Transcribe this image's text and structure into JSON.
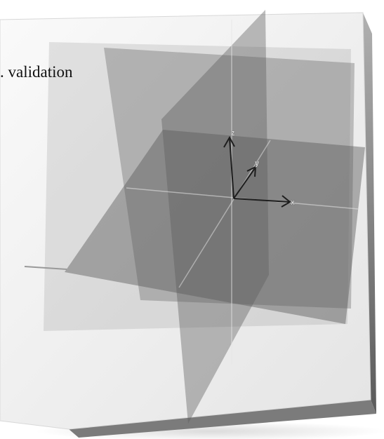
{
  "caption": ". validation",
  "axes": {
    "x_label": "x",
    "y_label": "y",
    "z_label": "z"
  },
  "colors": {
    "panel_edge": "#8a8a8a",
    "panel_face": "#f5f5f5",
    "plane_fill": "#6e6e6e",
    "axis_stroke": "#1e1e1e",
    "axis_label_fill": "#f2f2f2"
  }
}
